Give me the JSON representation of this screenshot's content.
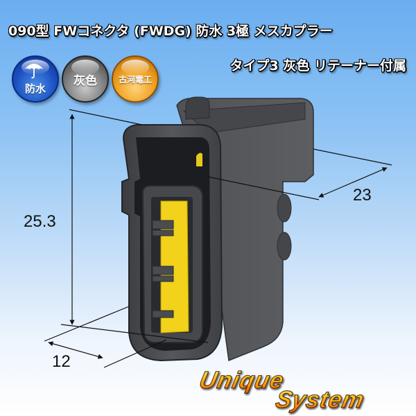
{
  "title": {
    "line1": "090型 FWコネクタ (FWDG) 防水 3極 メスカプラー",
    "line2": "タイプ3 灰色 リテーナー付属"
  },
  "badges": [
    {
      "label": "防水",
      "icon": "umbrella-icon",
      "color": "#1b4fc0"
    },
    {
      "label": "灰色",
      "icon": null,
      "color": "#808080"
    },
    {
      "label": "古河電工",
      "icon": null,
      "color": "#f0a020"
    }
  ],
  "dimensions": {
    "height": "25.3",
    "depth": "23",
    "width": "12"
  },
  "product": {
    "body_color": "#4a4c50",
    "retainer_color": "#f2d21a",
    "poles": 3
  },
  "logo": {
    "line1": "Unique",
    "line2": "System"
  },
  "colors": {
    "background_top": "#6aaef0",
    "background_bottom": "#ffffff"
  }
}
